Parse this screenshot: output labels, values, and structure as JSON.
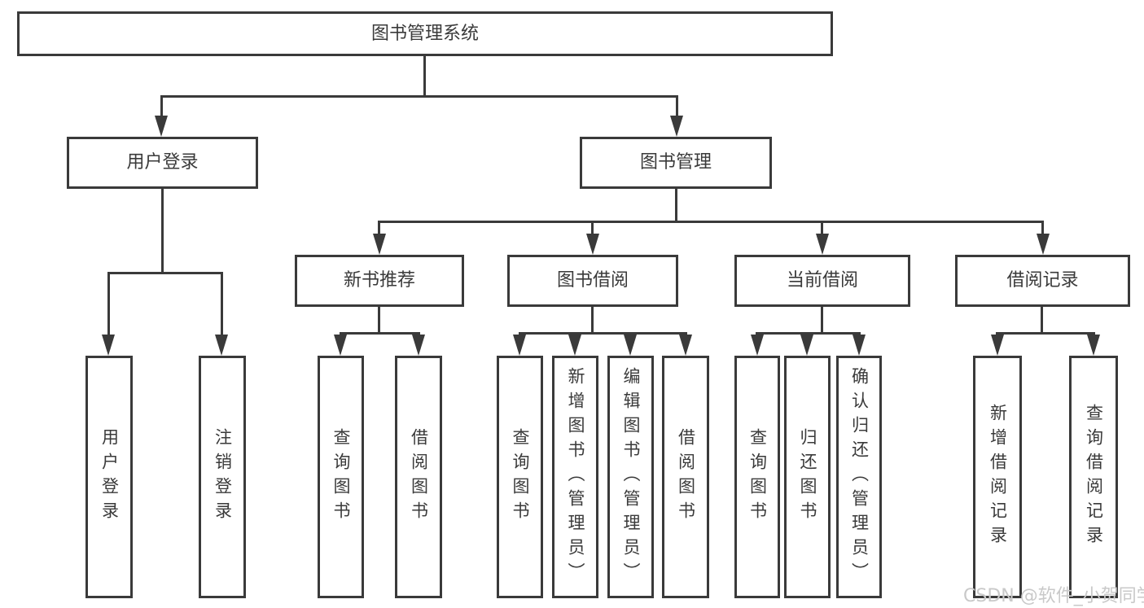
{
  "colors": {
    "line": "#3a3a3a",
    "text": "#3a3a3a",
    "node_background": "#ffffff",
    "background": "#ffffff",
    "watermark": "#c9c9c9"
  },
  "watermark": {
    "text": "CSDN @软件_小贺同学"
  },
  "tree": {
    "label": "图书管理系统",
    "children": [
      {
        "label": "用户登录",
        "children": [
          {
            "label": "用户登录"
          },
          {
            "label": "注销登录"
          }
        ]
      },
      {
        "label": "图书管理",
        "children": [
          {
            "label": "新书推荐",
            "children": [
              {
                "label": "查询图书"
              },
              {
                "label": "借阅图书"
              }
            ]
          },
          {
            "label": "图书借阅",
            "children": [
              {
                "label": "查询图书"
              },
              {
                "label": "新增图书（管理员）"
              },
              {
                "label": "编辑图书（管理员）"
              },
              {
                "label": "借阅图书"
              }
            ]
          },
          {
            "label": "当前借阅",
            "children": [
              {
                "label": "查询图书"
              },
              {
                "label": "归还图书"
              },
              {
                "label": "确认归还（管理员）"
              }
            ]
          },
          {
            "label": "借阅记录",
            "children": [
              {
                "label": "新增借阅记录"
              },
              {
                "label": "查询借阅记录"
              }
            ]
          }
        ]
      }
    ]
  }
}
